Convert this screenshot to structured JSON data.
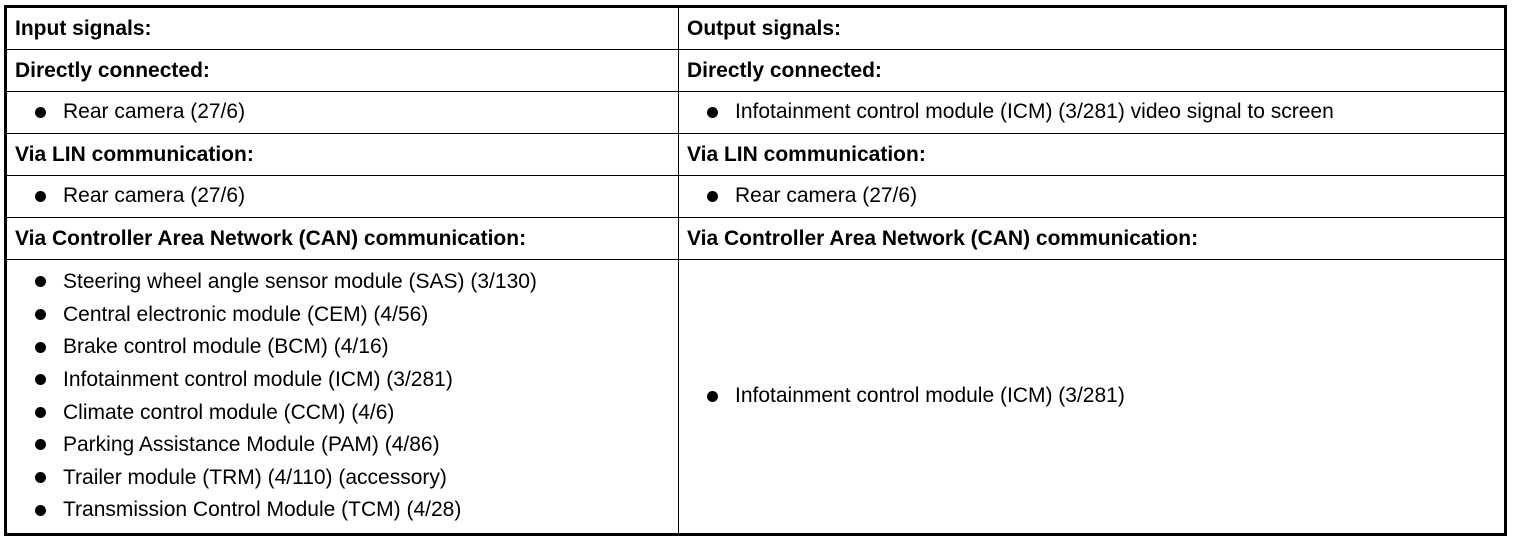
{
  "header": {
    "input_title": "Input signals:",
    "output_title": "Output signals:"
  },
  "directly_connected": {
    "label_left": "Directly connected:",
    "label_right": "Directly connected:",
    "input_items": [
      "Rear camera (27/6)"
    ],
    "output_items": [
      "Infotainment control module (ICM) (3/281) video signal to screen"
    ]
  },
  "lin": {
    "label_left": "Via LIN communication:",
    "label_right": "Via LIN communication:",
    "input_items": [
      "Rear camera (27/6)"
    ],
    "output_items": [
      "Rear camera (27/6)"
    ]
  },
  "can": {
    "label_left": "Via Controller Area Network (CAN) communication:",
    "label_right": "Via Controller Area Network (CAN) communication:",
    "input_items": [
      "Steering wheel angle sensor module (SAS) (3/130)",
      "Central electronic module (CEM) (4/56)",
      "Brake control module (BCM) (4/16)",
      "Infotainment control module (ICM) (3/281)",
      "Climate control module (CCM) (4/6)",
      "Parking Assistance Module (PAM) (4/86)",
      "Trailer module (TRM) (4/110) (accessory)",
      "Transmission Control Module (TCM) (4/28)"
    ],
    "output_items": [
      "Infotainment control module (ICM) (3/281)"
    ]
  }
}
